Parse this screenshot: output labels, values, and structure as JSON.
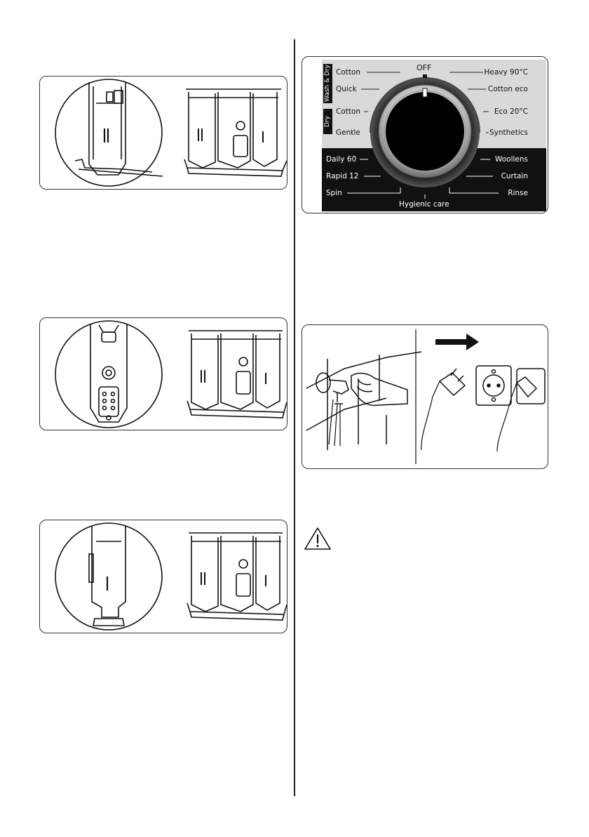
{
  "program_dial": {
    "off_label": "OFF",
    "group_wash_dry": "Wash & Dry",
    "group_dry": "Dry",
    "left_programs": [
      {
        "label": "Cotton"
      },
      {
        "label": "Quick"
      },
      {
        "label": "Cotton"
      },
      {
        "label": "Gentle"
      },
      {
        "label": "Daily 60"
      },
      {
        "label": "Rapid 12"
      },
      {
        "label": "Spin"
      }
    ],
    "right_programs": [
      {
        "label": "Heavy 90°C"
      },
      {
        "label": "Cotton eco"
      },
      {
        "label": "Eco 20°C"
      },
      {
        "label": "Synthetics"
      },
      {
        "label": "Woollens"
      },
      {
        "label": "Curtain"
      },
      {
        "label": "Rinse"
      }
    ],
    "bottom_program": "Hygienic care"
  },
  "colors": {
    "panel_border": "#333333",
    "dial_dark": "#111111",
    "dial_light": "#d9d9d9"
  }
}
